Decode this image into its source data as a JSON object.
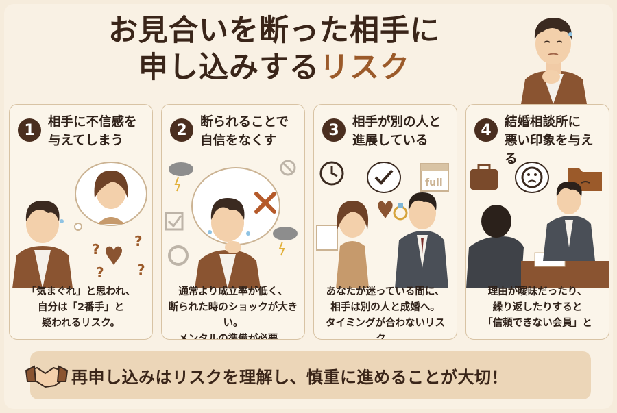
{
  "title": {
    "line1": "お見合いを断った相手に",
    "line2_main": "申し込みする",
    "line2_accent": "リスク"
  },
  "cards": [
    {
      "number": "1",
      "title": "相手に不信感を\n与えてしまう",
      "description": "「気まぐれ」と思われ、\n自分は「2番手」と\n疑われるリスク。",
      "icons": [
        "confused-man",
        "thought-bubble-woman",
        "heart-icon",
        "question-mark-icon"
      ]
    },
    {
      "number": "2",
      "title": "断られることで\n自信をなくす",
      "description": "通常より成立率が低く、\n断られた時のショックが大きい。\nメンタルの準備が必要。",
      "icons": [
        "storm-cloud-icon",
        "cross-mark-icon",
        "check-box-icon",
        "circle-icon",
        "ban-icon"
      ]
    },
    {
      "number": "3",
      "title": "相手が別の人と\n進展している",
      "description": "あなたが迷っている間に、\n相手は別の人と成婚へ。\nタイミングが合わないリスク。",
      "icons": [
        "clock-icon",
        "check-bubble-icon",
        "calendar-full-icon",
        "ring-icon",
        "heart-icon"
      ],
      "calendar_label": "full"
    },
    {
      "number": "4",
      "title": "結婚相談所に\n悪い印象を与える",
      "description": "理由が曖昧だったり、\n繰り返したりすると\n「信頼できない会員」と",
      "icons": [
        "briefcase-icon",
        "sad-face-bubble-icon",
        "folder-sad-icon"
      ]
    }
  ],
  "banner": {
    "text": "再申し込みはリスクを理解し、慎重に進めることが大切！",
    "icon": "handshake-icon"
  },
  "colors": {
    "background": "#f6ecdc",
    "accent": "#9b5a2a",
    "dark": "#3a2519",
    "card_border": "#d8c3a4",
    "banner": "#ecd6b8"
  }
}
